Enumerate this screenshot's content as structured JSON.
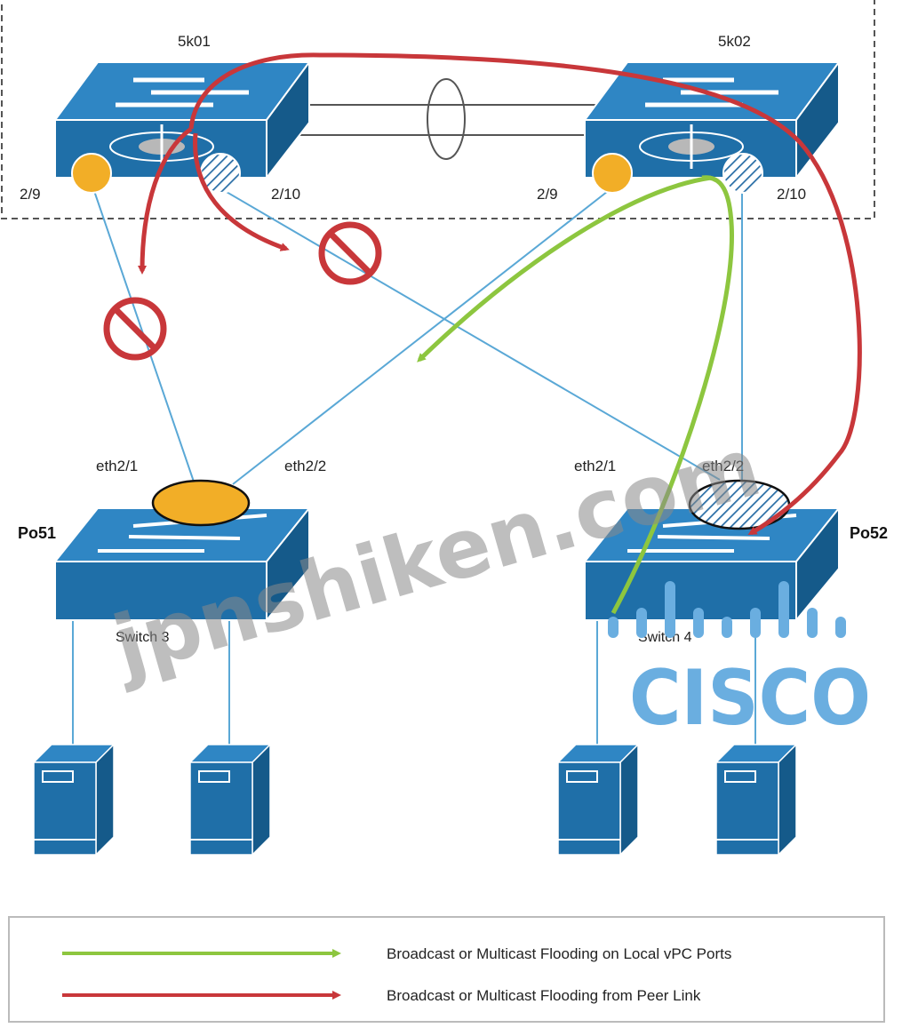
{
  "switches": {
    "top_left": {
      "name": "5k01",
      "port_left": "2/9",
      "port_right": "2/10"
    },
    "top_right": {
      "name": "5k02",
      "port_left": "2/9",
      "port_right": "2/10"
    },
    "bottom_left": {
      "name": "Switch 3",
      "port_channel": "Po51",
      "port_left": "eth2/1",
      "port_right": "eth2/2"
    },
    "bottom_right": {
      "name": "Switch 4",
      "port_channel": "Po52",
      "port_left": "eth2/1",
      "port_right": "eth2/2"
    }
  },
  "legend": {
    "items": [
      {
        "label": "Broadcast or Multicast Flooding on Local vPC Ports",
        "color": "#8dc63f"
      },
      {
        "label": "Broadcast or Multicast Flooding from Peer Link",
        "color": "#c8373a"
      }
    ]
  },
  "watermark": {
    "text": "jpnshiken.com"
  },
  "logo": {
    "text": "CISCO"
  },
  "colors": {
    "switch_blue": "#1f6fa8",
    "switch_top": "#2f86c4",
    "switch_dark": "#155a8a",
    "port_orange": "#f2ae27",
    "flood_local": "#8dc63f",
    "flood_peer": "#c8373a",
    "link": "#5aa8d6"
  }
}
